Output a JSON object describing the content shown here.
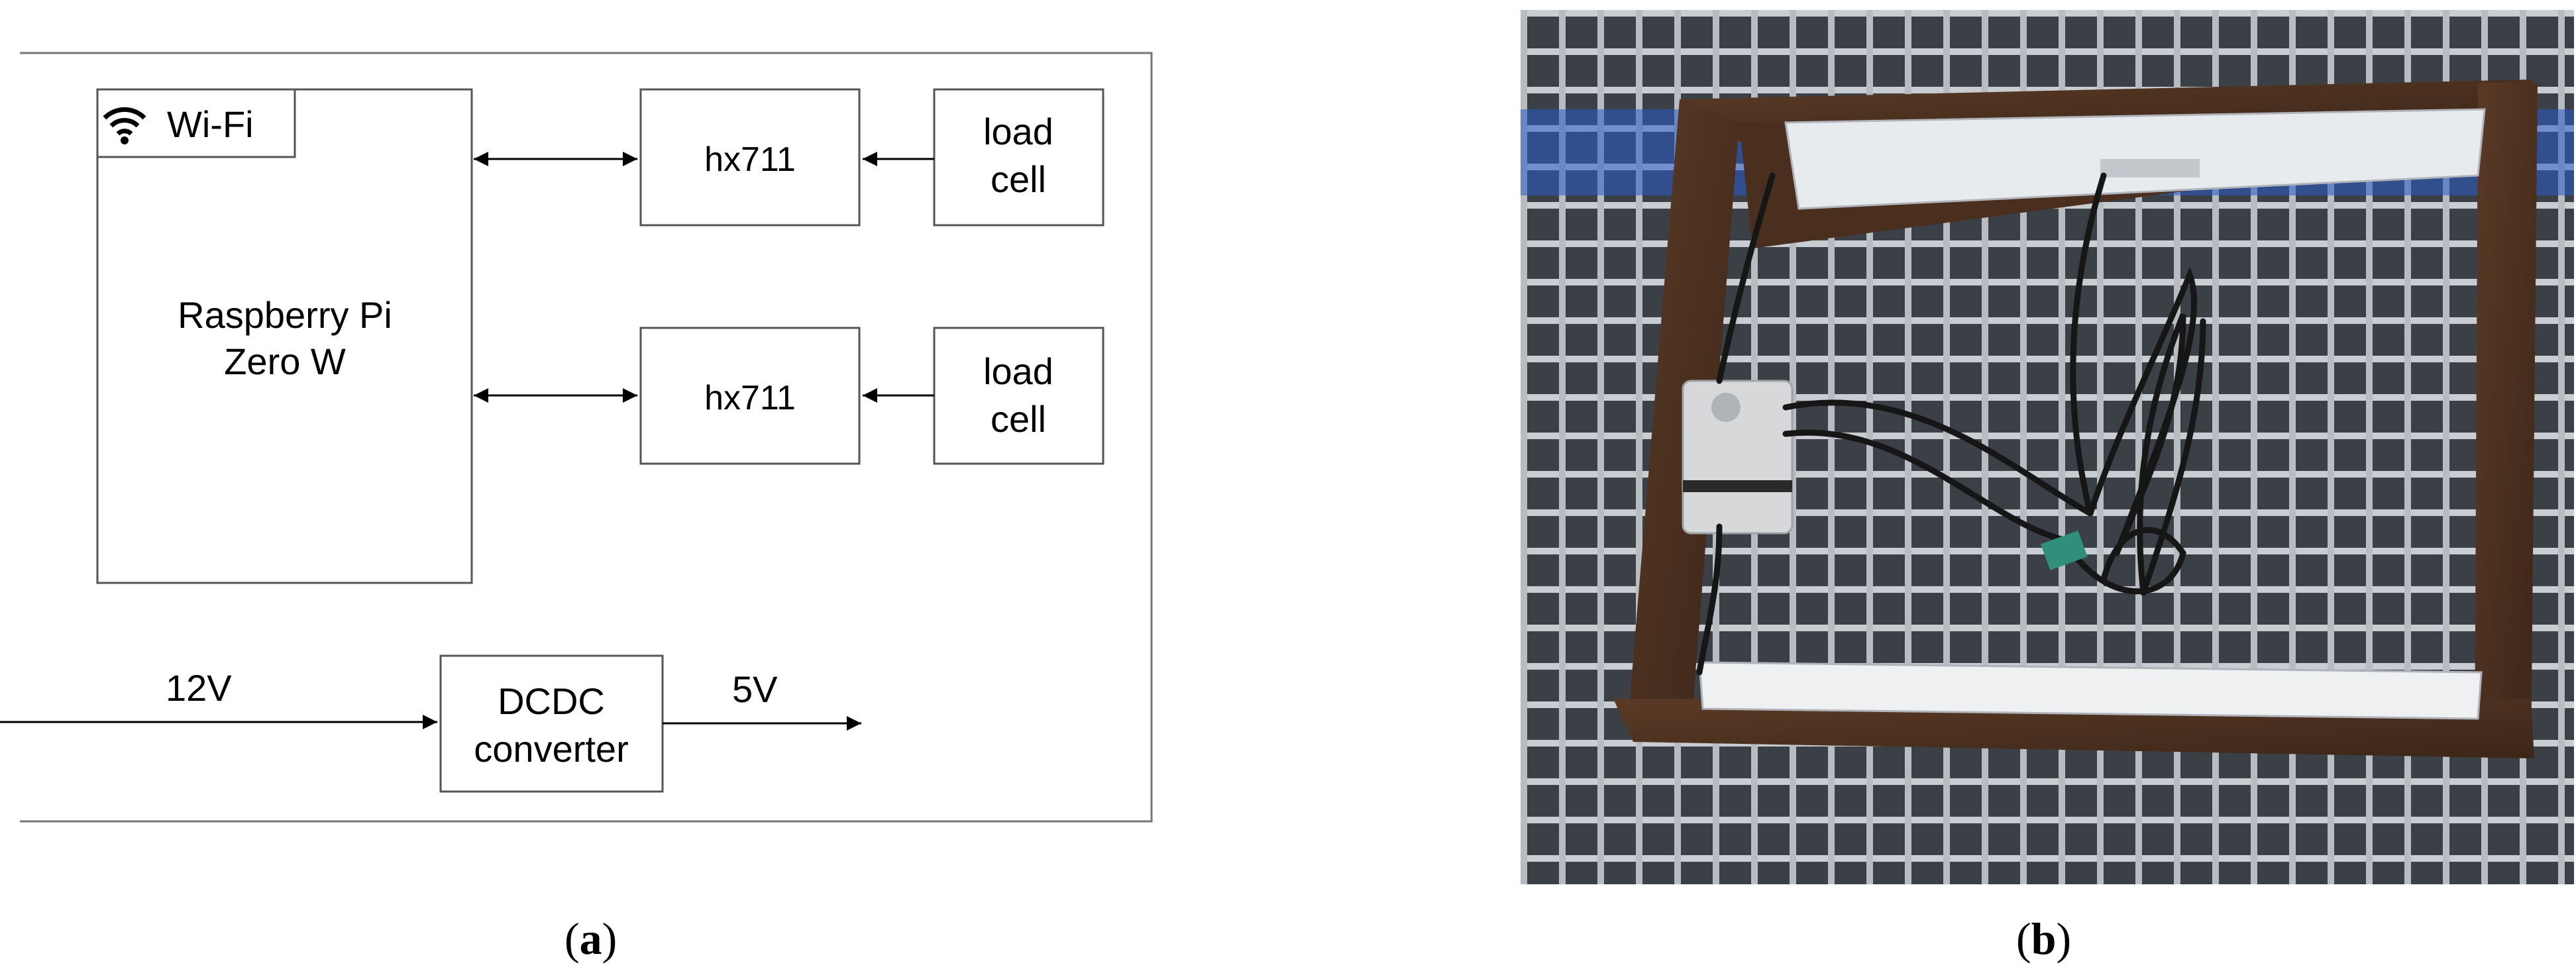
{
  "diagram": {
    "wifi_label": "Wi-Fi",
    "pi_line1": "Raspberry Pi",
    "pi_line2": "Zero W",
    "hx711_top": "hx711",
    "hx711_bottom": "hx711",
    "loadcell_top_line1": "load",
    "loadcell_top_line2": "cell",
    "loadcell_bottom_line1": "load",
    "loadcell_bottom_line2": "cell",
    "input_voltage": "12V",
    "dcdc_line1": "DCDC",
    "dcdc_line2": "converter",
    "output_voltage": "5V",
    "icons": {
      "wifi": "wifi-icon"
    }
  },
  "photo": {
    "description_hidden": "",
    "colors": {
      "frame": "#4a3020",
      "grid": "#c9ccd0",
      "sky": "#2a5cc8",
      "box": "#d6d8da"
    }
  },
  "captions": {
    "a_open": "(",
    "a_letter": "a",
    "a_close": ")",
    "b_open": "(",
    "b_letter": "b",
    "b_close": ")"
  }
}
